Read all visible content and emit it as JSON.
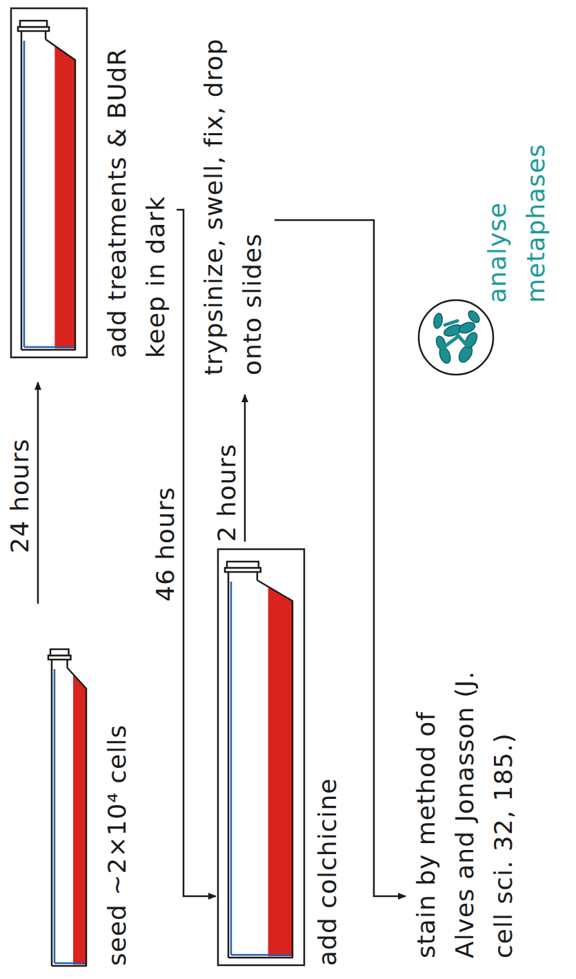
{
  "diagram": {
    "nodes": [
      {
        "text": [
          "seed ~2×10⁴ cells"
        ]
      },
      {
        "text": [
          "add treatments & BUdR keep in dark"
        ]
      },
      {
        "text": [
          "add colchicine"
        ]
      },
      {
        "text": [
          "trypsinize, swell, fix, drop onto slides"
        ]
      },
      {
        "text": [
          "stain by method of Alves and Jonasson (J. cell sci. 32, 185.)"
        ]
      },
      {
        "text": [
          "analyse metaphases"
        ]
      }
    ],
    "edges": [
      {
        "from": 0,
        "to": 1,
        "label": "24 hours",
        "arrow": "to"
      },
      {
        "from": 1,
        "to": 2,
        "label": "46 hours",
        "arrow": "to"
      },
      {
        "from": 2,
        "to": 3,
        "label": "2 hours",
        "arrow": "to"
      },
      {
        "from": 3,
        "to": 4,
        "arrow": "to"
      }
    ]
  }
}
